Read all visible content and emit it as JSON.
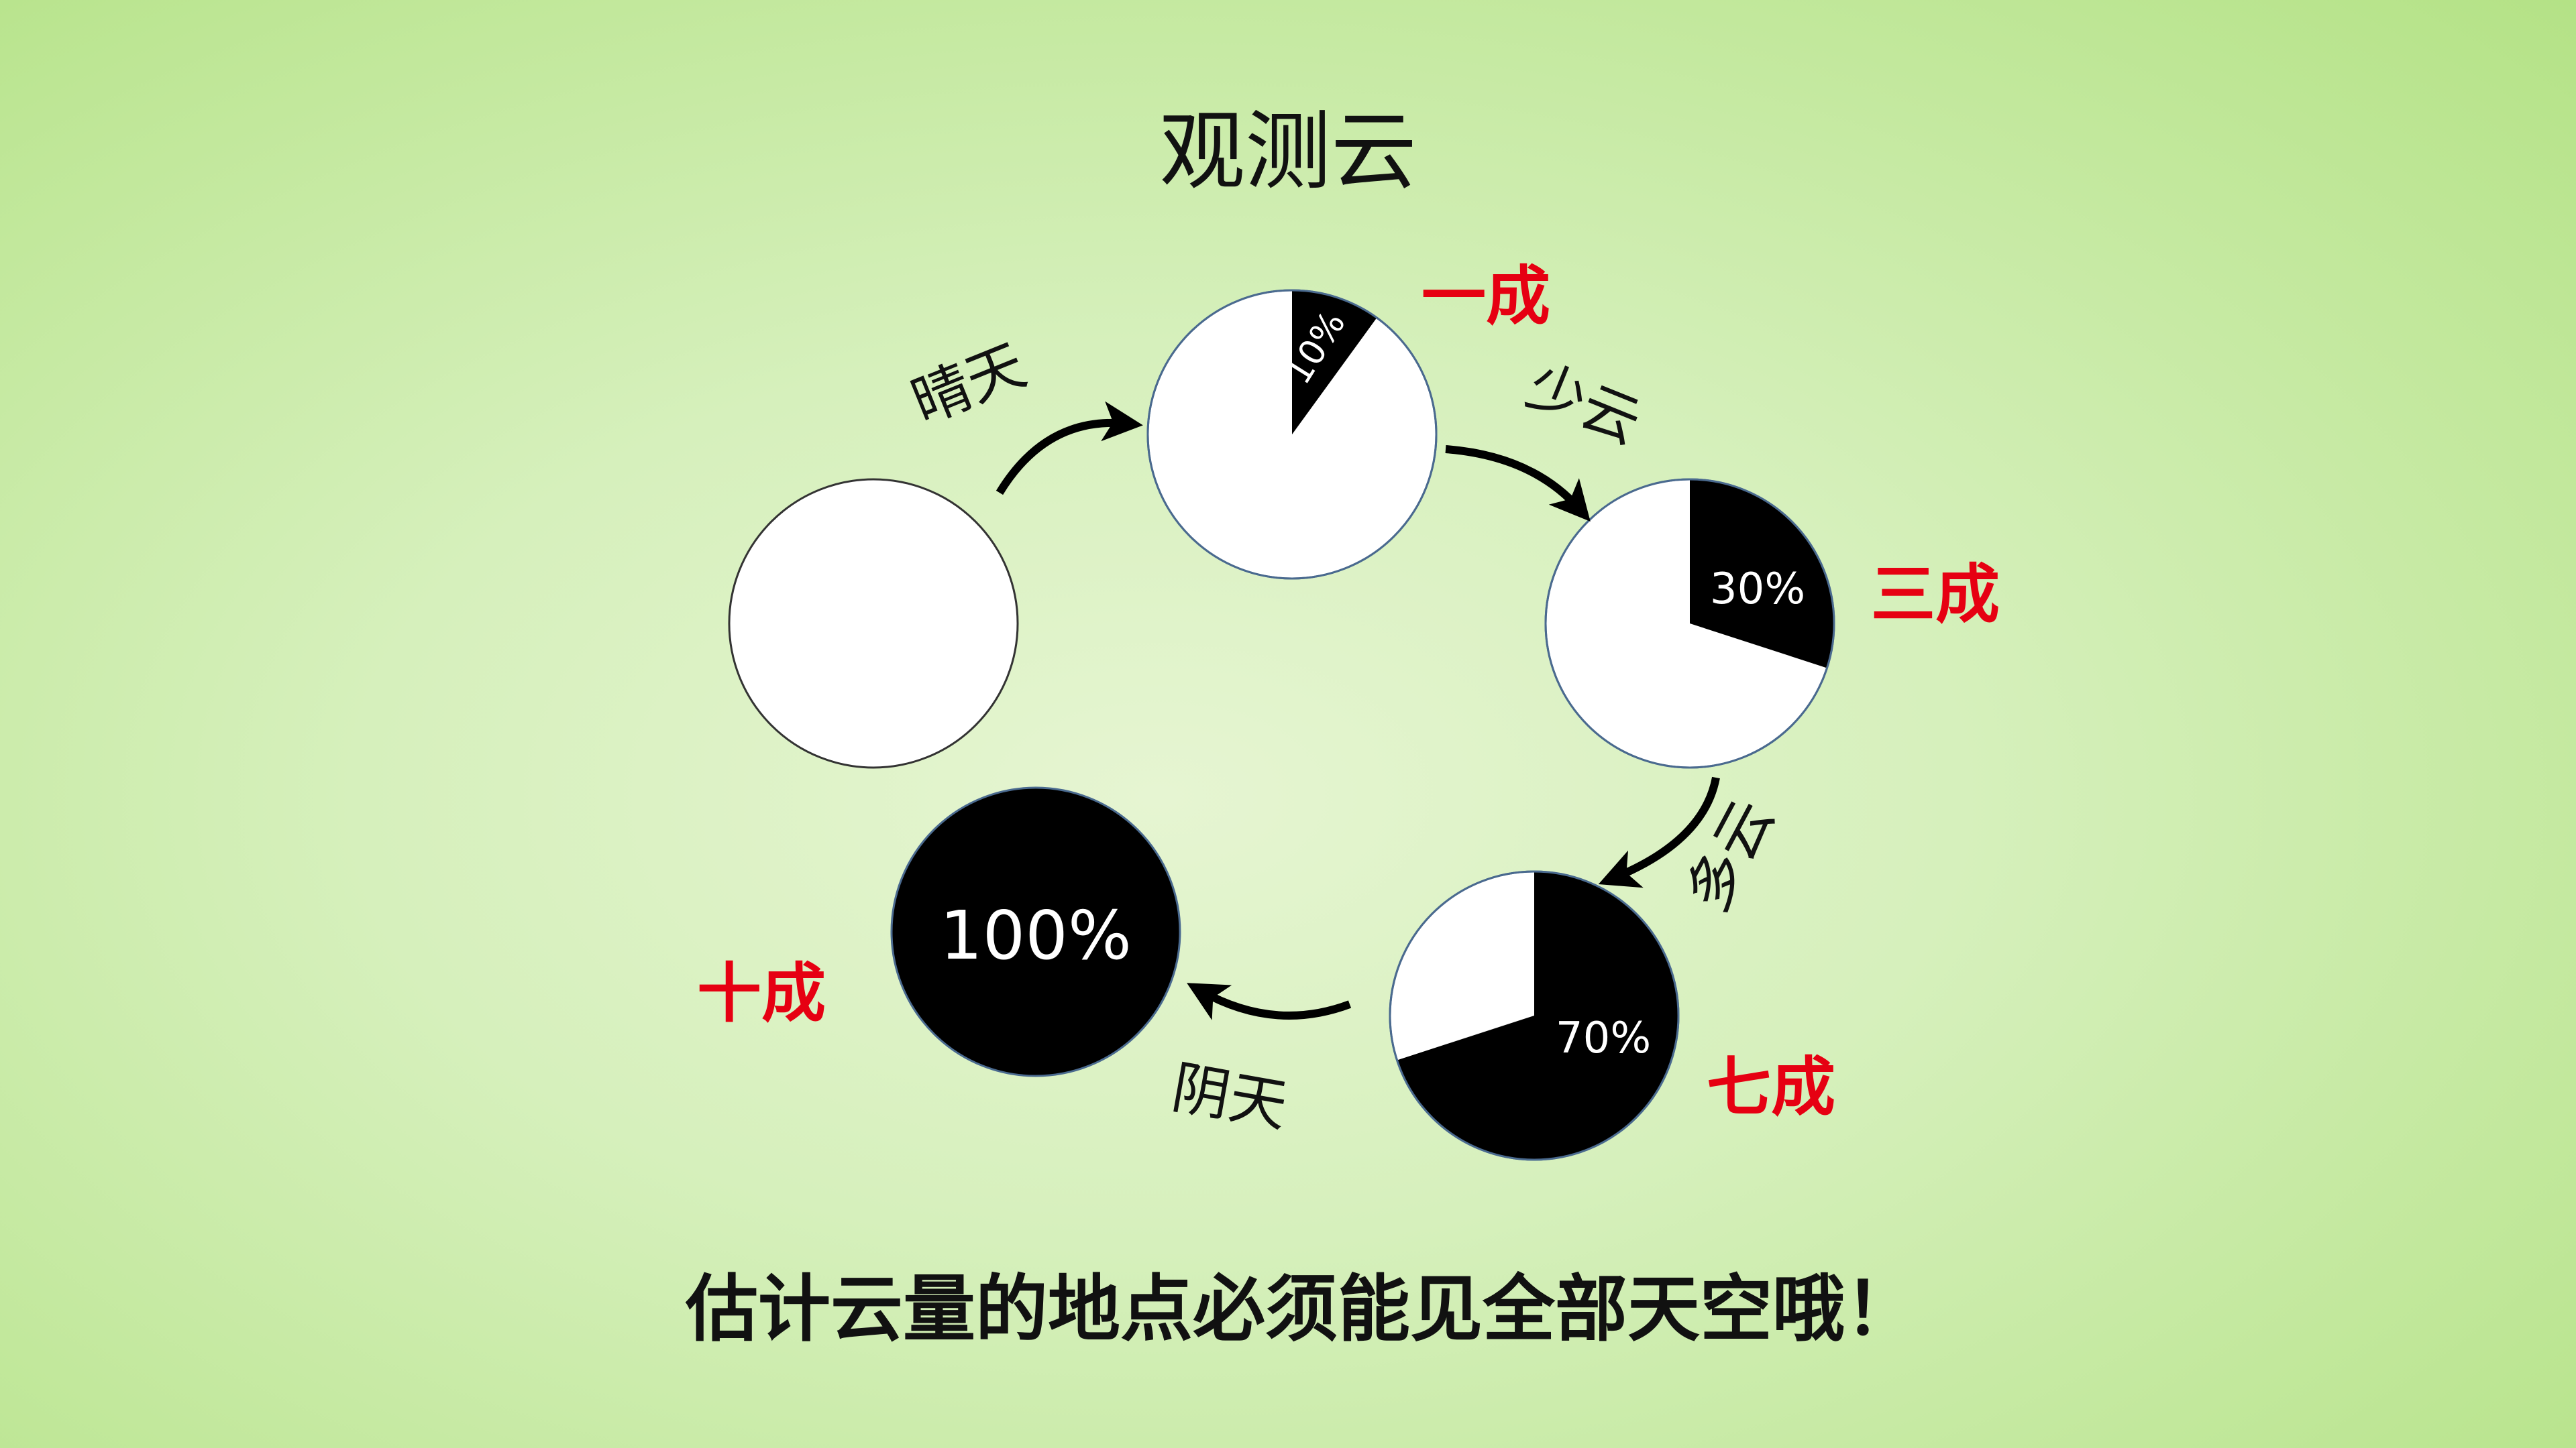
{
  "title": "观测云",
  "footer": "估计云量的地点必须能见全部天空哦！",
  "colors": {
    "cloud": "#000000",
    "sky": "#ffffff",
    "accent": "#e60012",
    "circle_border": "#4a6a8f"
  },
  "stages": [
    {
      "id": "clear",
      "coverage": 0,
      "percent_label": "",
      "grade_label": ""
    },
    {
      "id": "one",
      "coverage": 10,
      "percent_label": "10%",
      "grade_label": "一成"
    },
    {
      "id": "three",
      "coverage": 30,
      "percent_label": "30%",
      "grade_label": "三成"
    },
    {
      "id": "seven",
      "coverage": 70,
      "percent_label": "70%",
      "grade_label": "七成"
    },
    {
      "id": "ten",
      "coverage": 100,
      "percent_label": "100%",
      "grade_label": "十成"
    }
  ],
  "transitions": [
    {
      "label": "晴天"
    },
    {
      "label": "少云"
    },
    {
      "label": "多云"
    },
    {
      "label": "阴天"
    }
  ]
}
